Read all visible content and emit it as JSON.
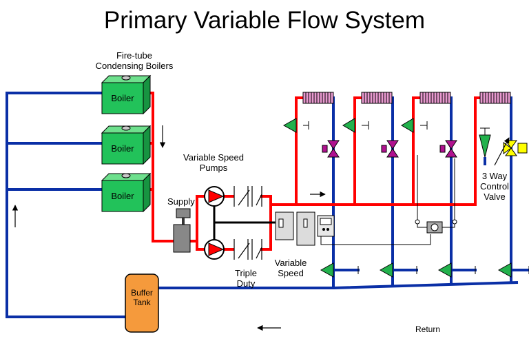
{
  "title": "Primary Variable Flow System",
  "labels": {
    "boilers_heading_line1": "Fire-tube",
    "boilers_heading_line2": "Condensing Boilers",
    "boiler": "Boiler",
    "pumps_heading_line1": "Variable Speed",
    "pumps_heading_line2": "Pumps",
    "supply": "Supply",
    "triple_line1": "Triple",
    "triple_line2": "Duty",
    "vs_line1": "Variable",
    "vs_line2": "Speed",
    "valve_line1": "3 Way",
    "valve_line2": "Control",
    "valve_line3": "Valve",
    "tank_line1": "Buffer",
    "tank_line2": "Tank",
    "return": "Return"
  },
  "colors": {
    "supply_pipe": "#ff0000",
    "return_pipe": "#0a2fa6",
    "boiler": "#22c25a",
    "buffer_tank": "#f59a3c",
    "radiator": "#e99ad0",
    "balancing_valve": "#22b14c",
    "zone_valve": "#b0128f"
  }
}
